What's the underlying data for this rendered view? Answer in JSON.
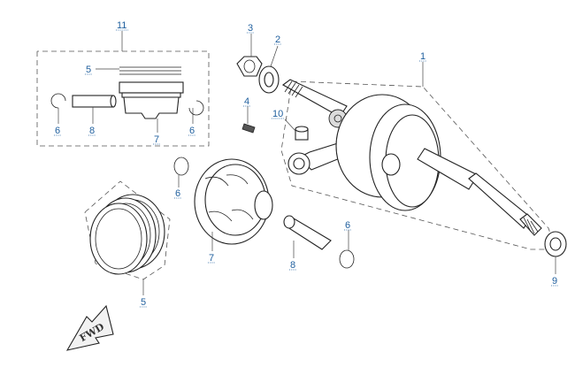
{
  "callouts": {
    "c1": "1",
    "c2": "2",
    "c3": "3",
    "c4": "4",
    "c5_kit": "5",
    "c5": "5",
    "c6_kit_left": "6",
    "c6_kit_right": "6",
    "c6_clip": "6",
    "c6_clip_lower": "6",
    "c7_kit": "7",
    "c7": "7",
    "c8_kit": "8",
    "c8": "8",
    "c9": "9",
    "c10": "10",
    "c11": "11"
  },
  "fwd_label": "FWD"
}
